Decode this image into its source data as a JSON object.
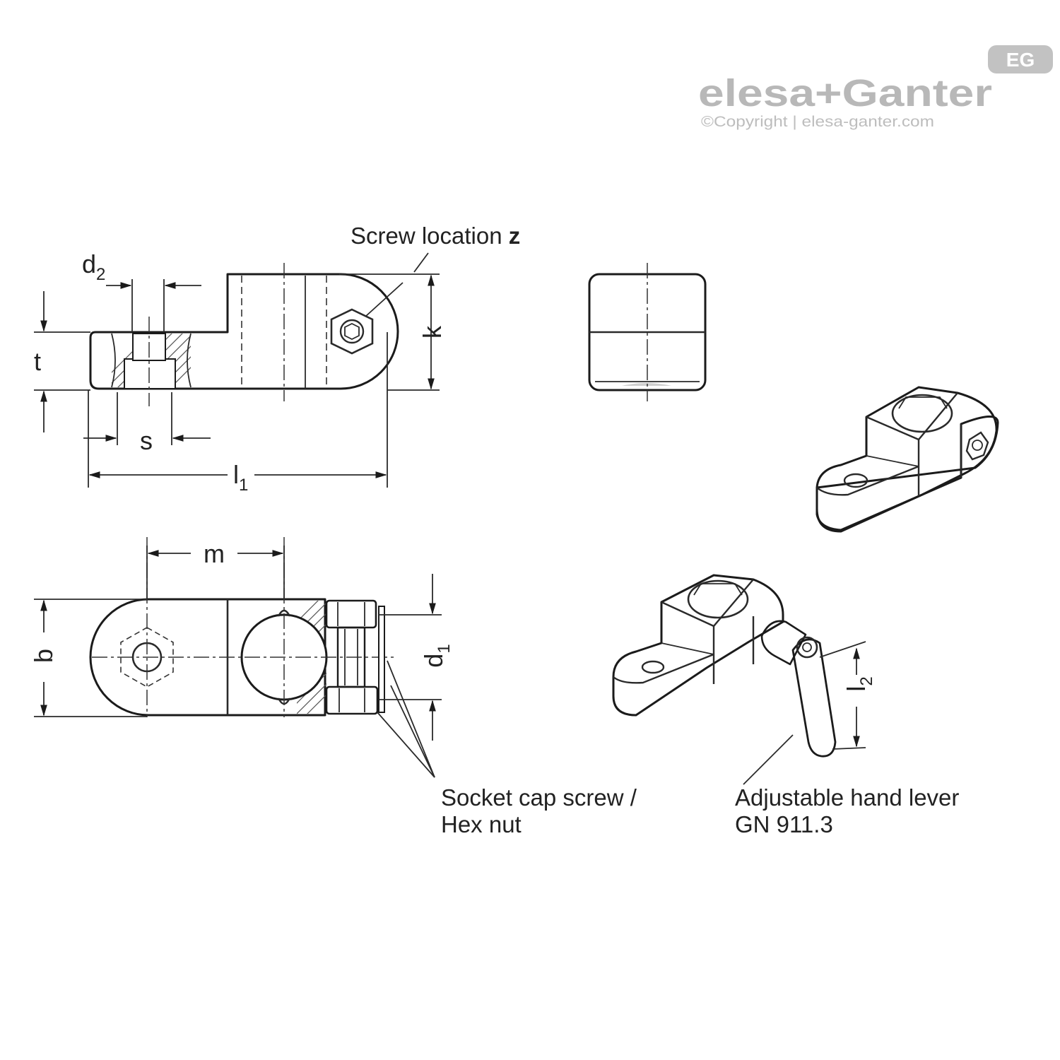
{
  "brand": {
    "logo_text": "elesa+Ganter",
    "badge": "EG",
    "copyright": "©Copyright | elesa-ganter.com"
  },
  "callouts": {
    "screw_location_text": "Screw location ",
    "screw_location_var": "z",
    "socket_line1": "Socket cap screw /",
    "socket_line2": "Hex nut",
    "lever_line1": "Adjustable hand lever",
    "lever_line2": "GN 911.3"
  },
  "dimensions": {
    "d2": {
      "base": "d",
      "sub": "2"
    },
    "t": "t",
    "k": "k",
    "s": "s",
    "l1": {
      "base": "l",
      "sub": "1"
    },
    "m": "m",
    "b": "b",
    "d1": {
      "base": "d",
      "sub": "1"
    },
    "l2": {
      "base": "l",
      "sub": "2"
    }
  }
}
